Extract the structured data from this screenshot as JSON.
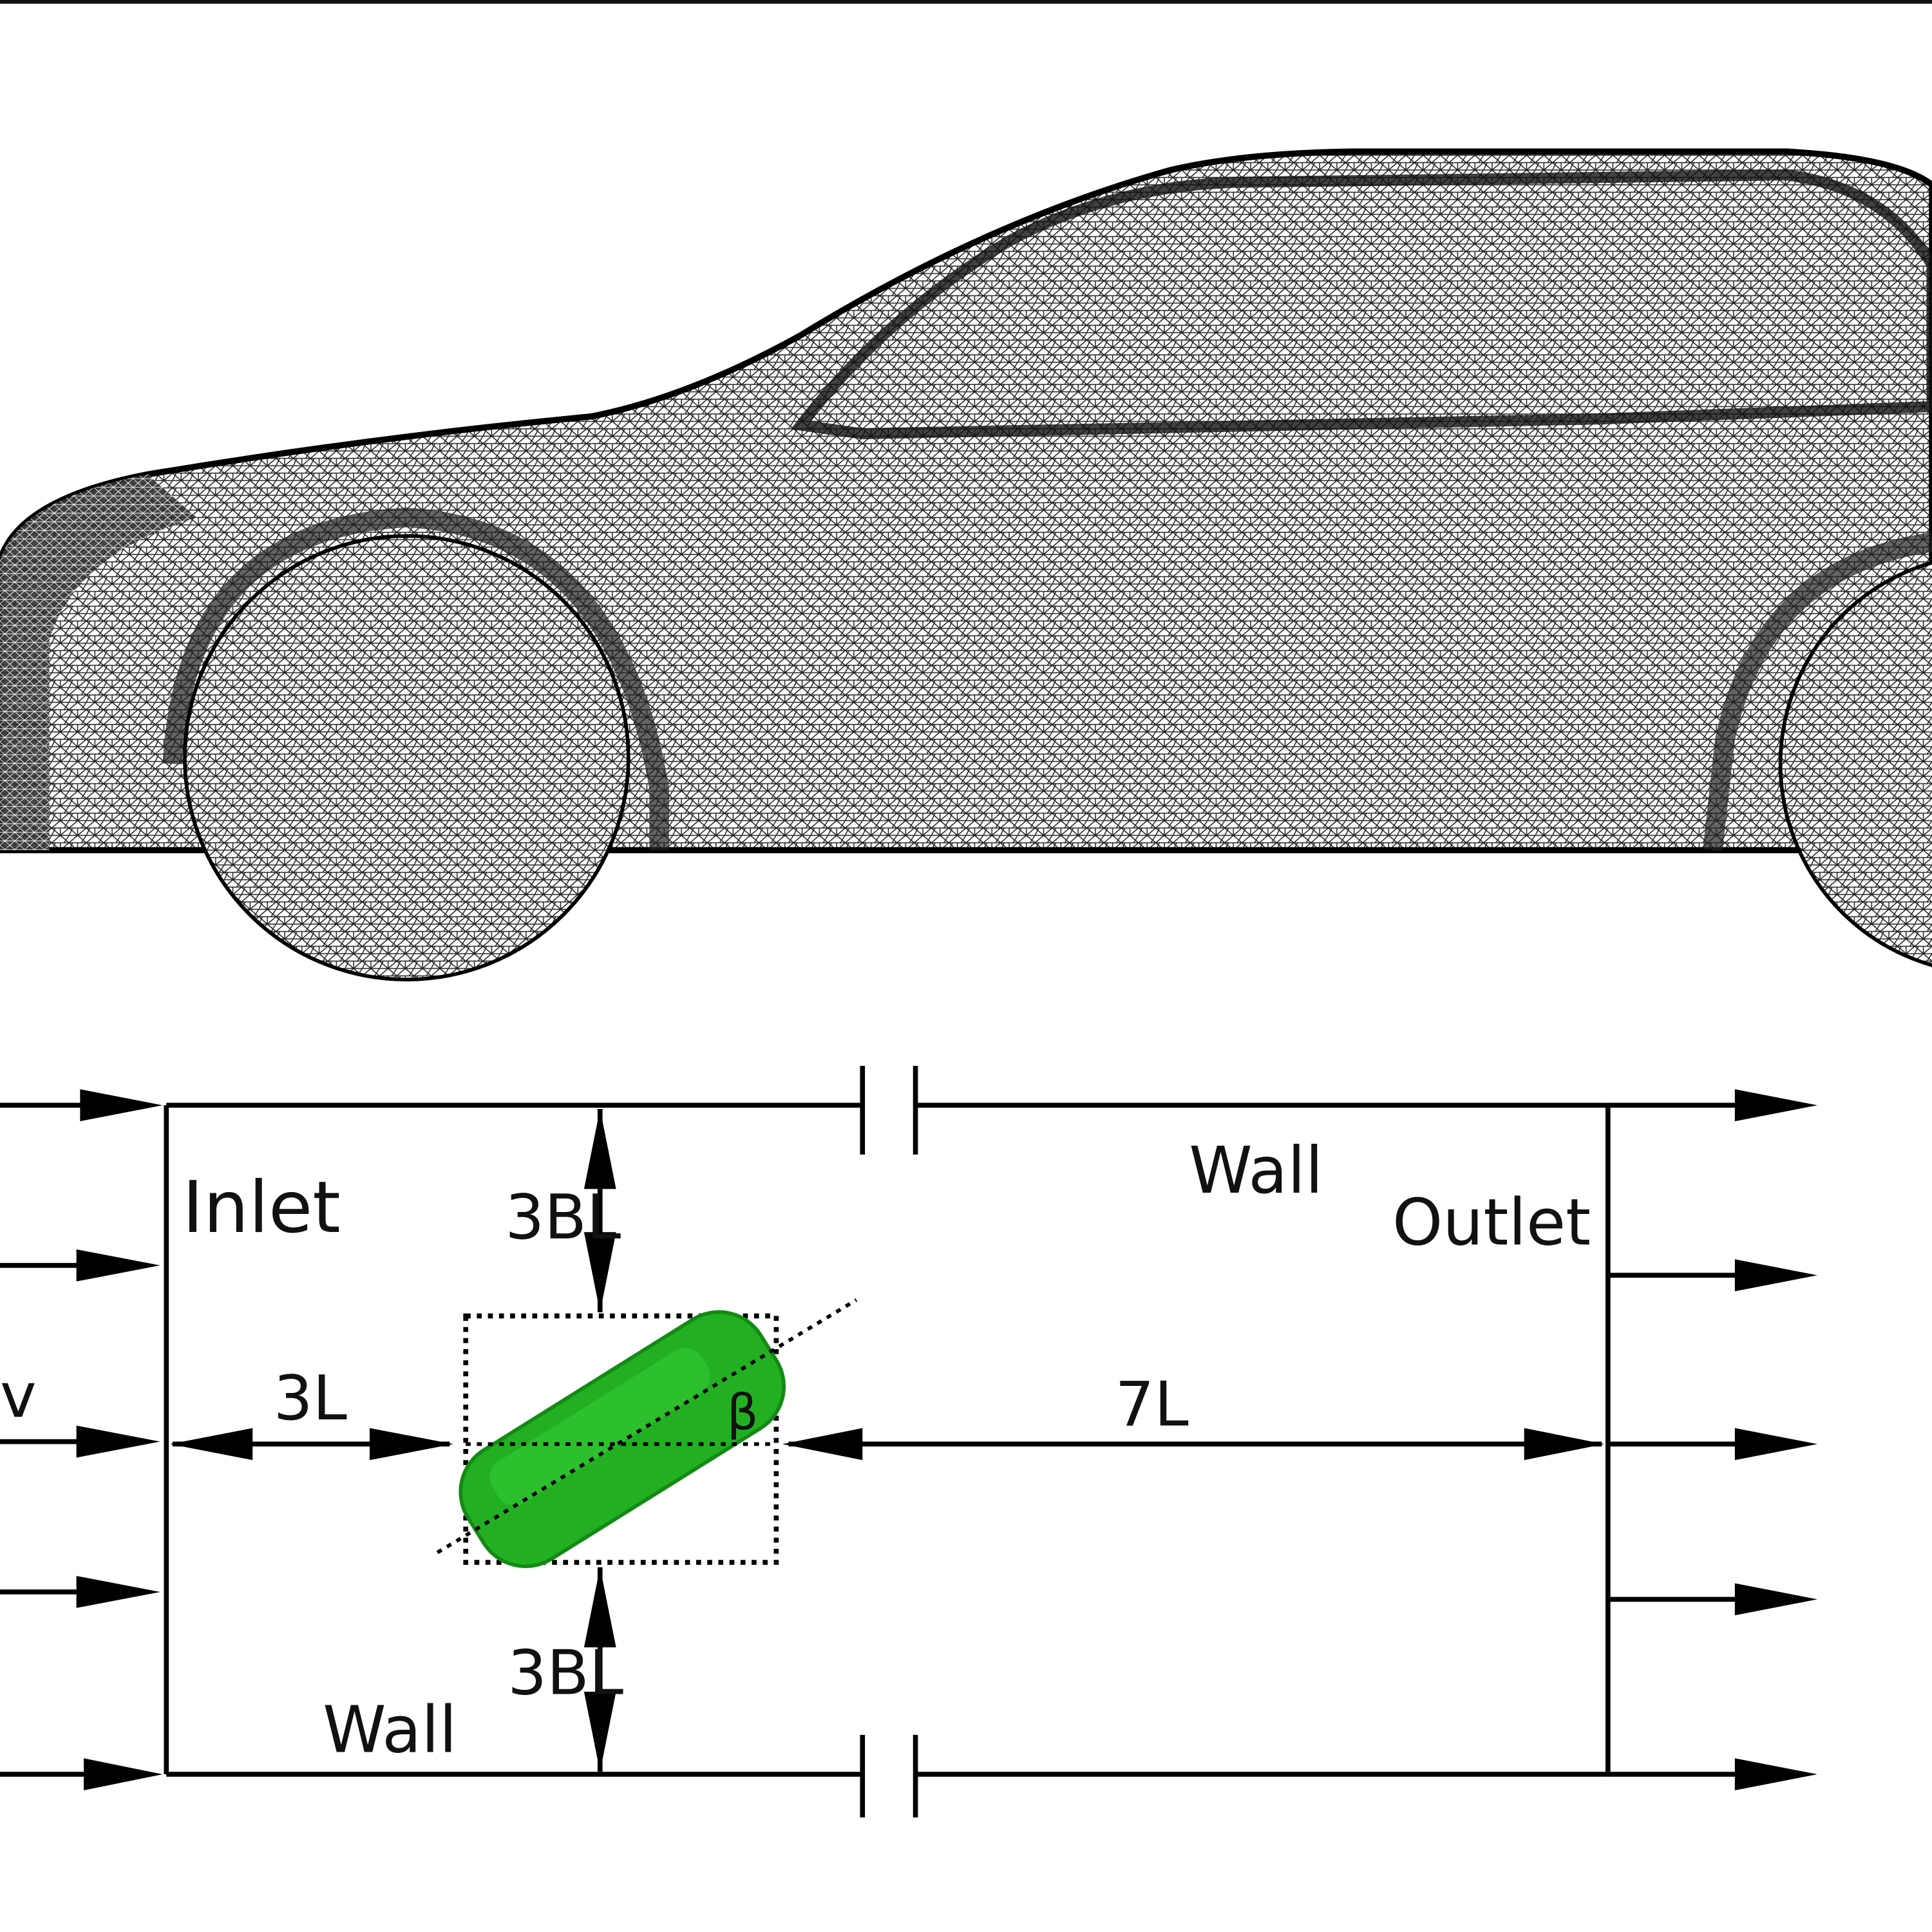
{
  "mesh_view": {
    "description_label": ""
  },
  "domain_diagram": {
    "labels": {
      "inlet": "Inlet",
      "outlet": "Outlet",
      "wall_top": "Wall",
      "wall_bottom": "Wall",
      "velocity": "v",
      "upstream_distance": "3L",
      "downstream_distance": "7L",
      "top_clearance": "3BL",
      "bottom_clearance": "3BL",
      "yaw_angle": "β"
    },
    "colors": {
      "vehicle": "#22bb22",
      "lines": "#000000"
    }
  }
}
